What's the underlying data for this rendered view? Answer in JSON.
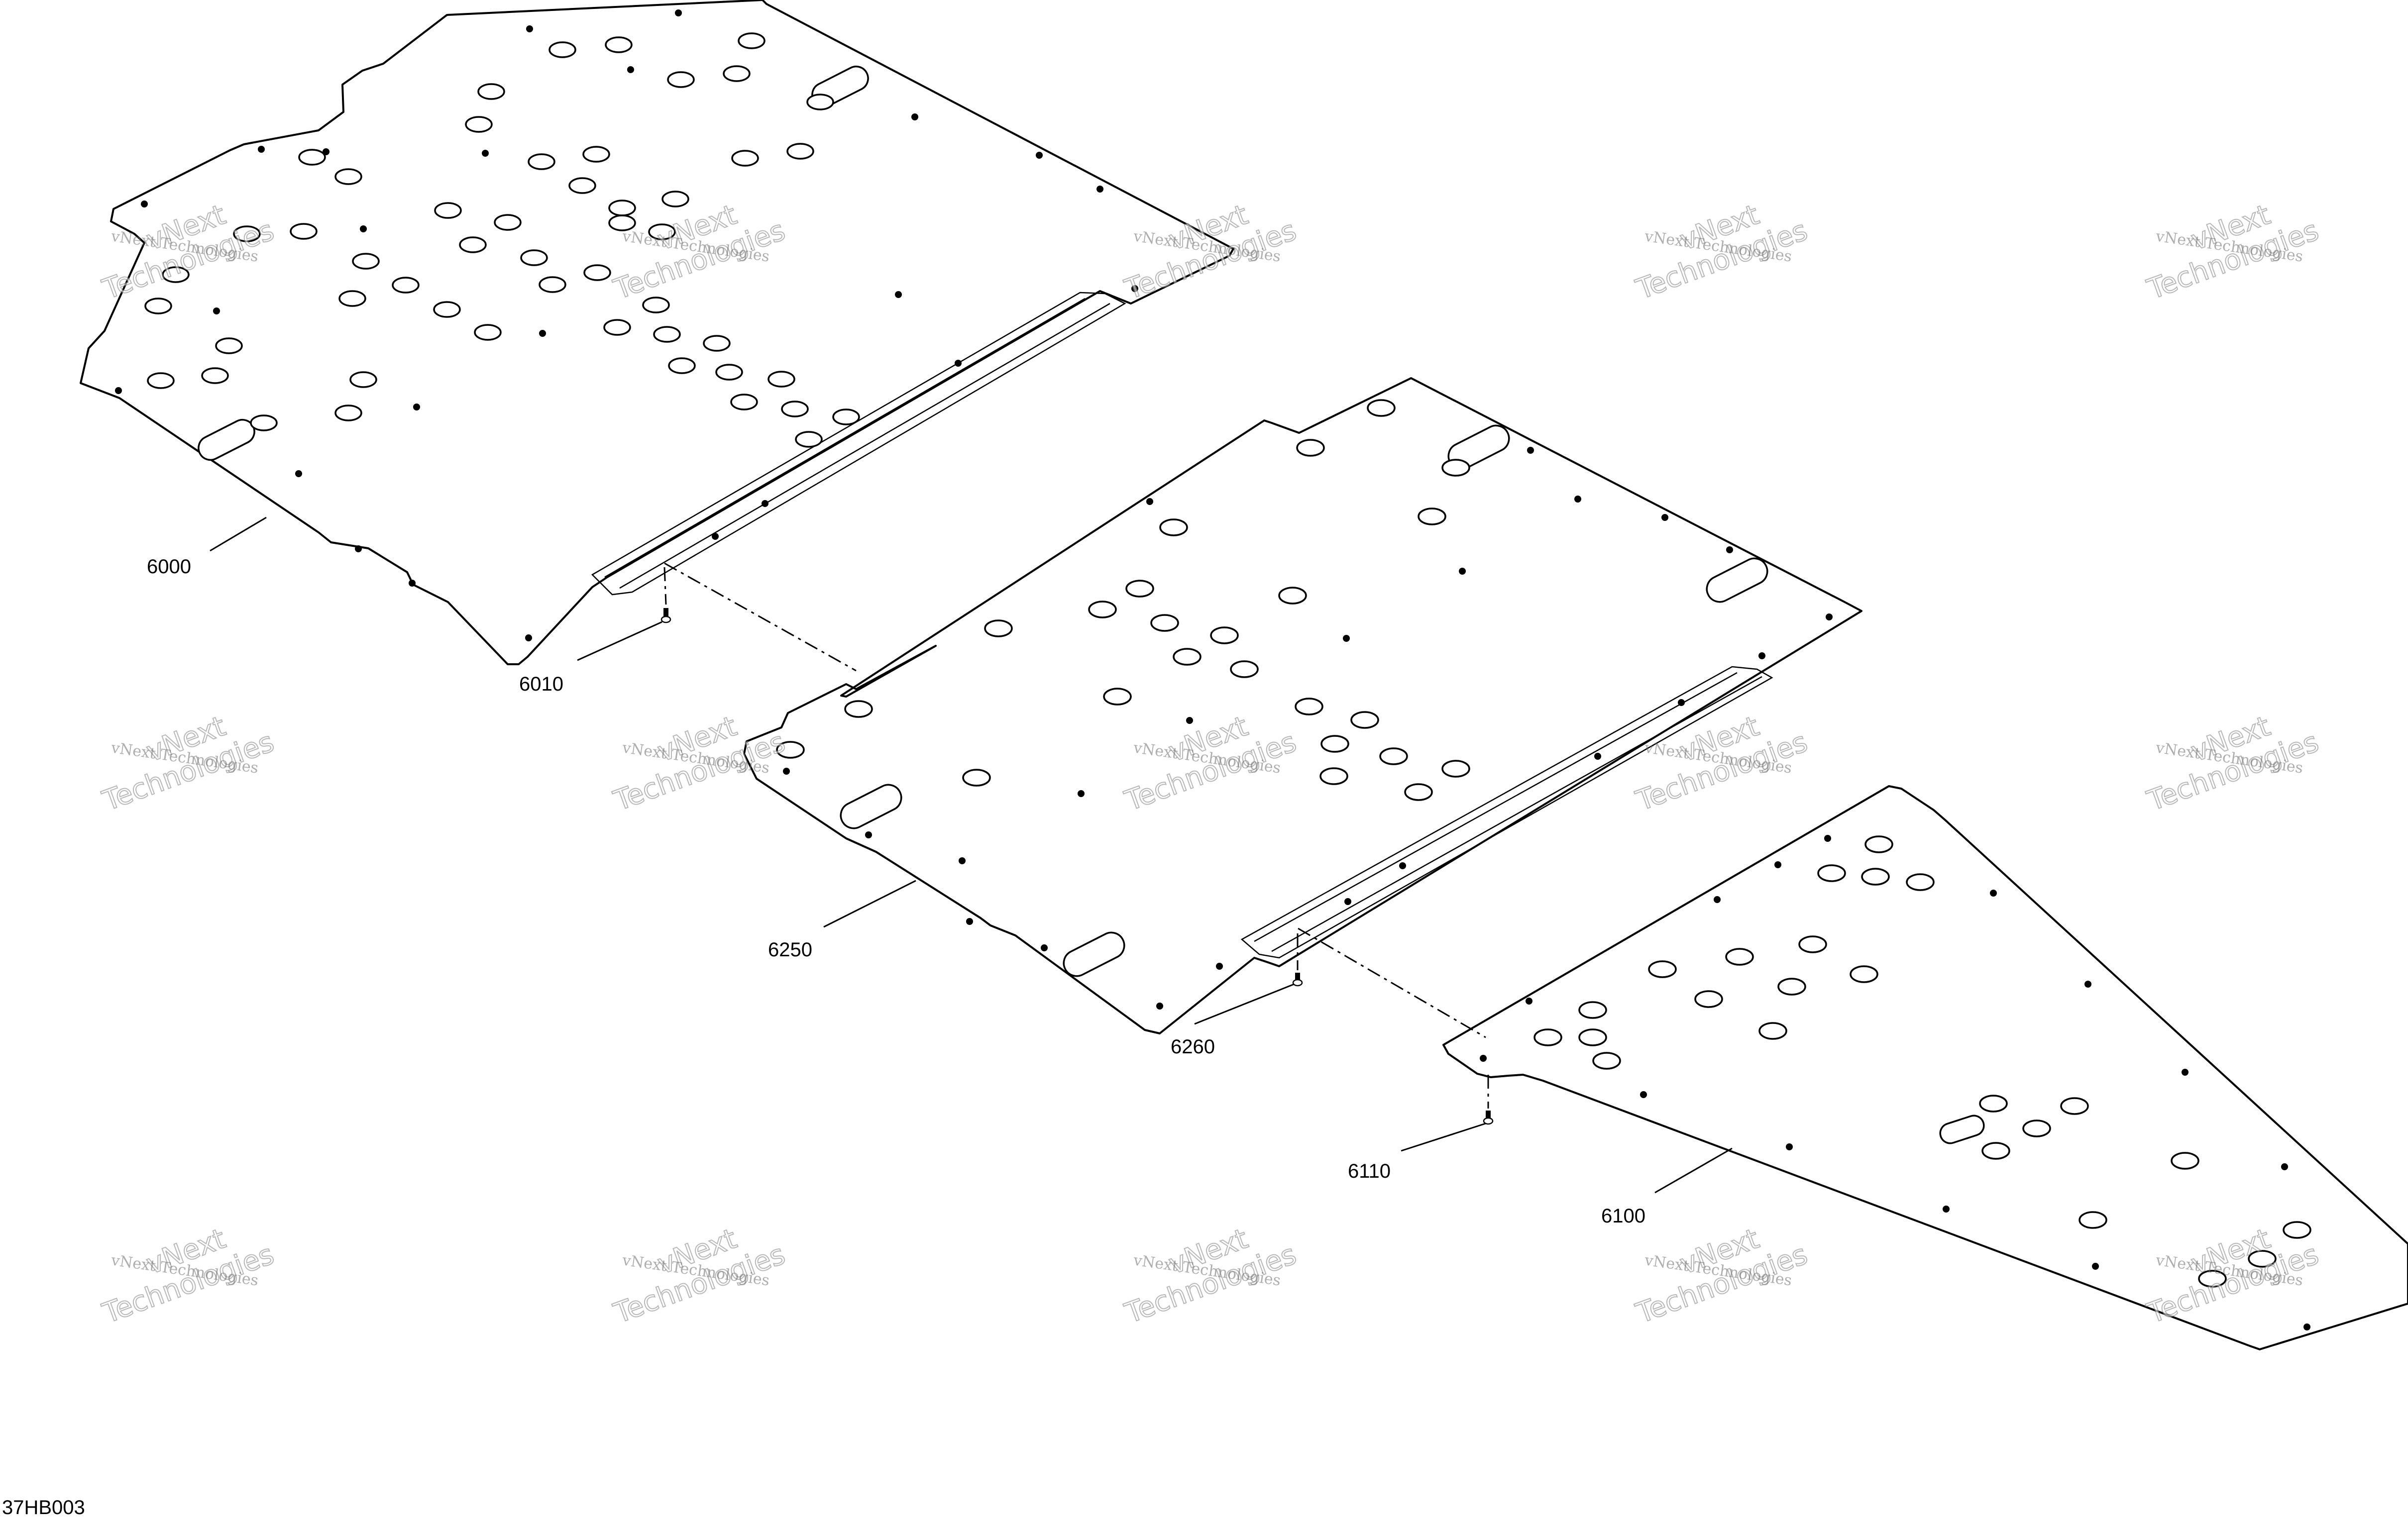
{
  "diagram": {
    "reference_code": "37HB003",
    "callouts": {
      "part_6000": "6000",
      "part_6010": "6010",
      "part_6250": "6250",
      "part_6260": "6260",
      "part_6110": "6110",
      "part_6100": "6100"
    },
    "watermark": {
      "line1": "vNext Technologies",
      "line2": "vNext",
      "line3": "Technologies"
    }
  }
}
